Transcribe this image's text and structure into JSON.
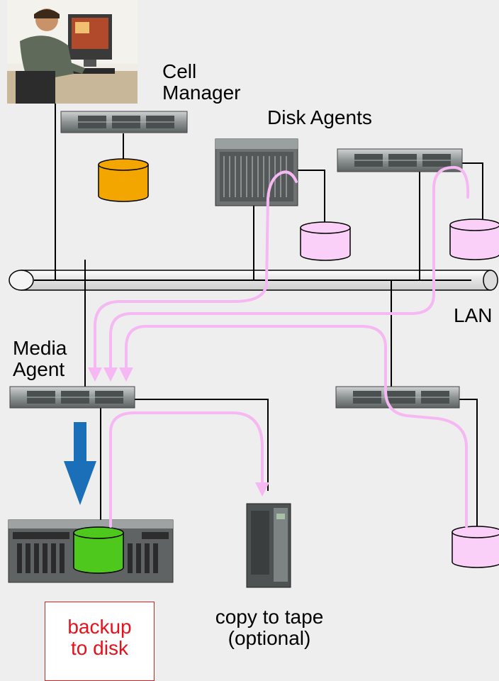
{
  "labels": {
    "cell_manager_line1": "Cell",
    "cell_manager_line2": "Manager",
    "disk_agents": "Disk Agents",
    "lan": "LAN",
    "media_agent_line1": "Media",
    "media_agent_line2": "Agent",
    "backup_line1": "backup",
    "backup_line2": "to disk",
    "copy_line1": "copy to tape",
    "copy_line2": "(optional)"
  },
  "colors": {
    "background": "#eeeeee",
    "data_flow": "#f6b8f2",
    "disk_pink": "#fbd0f8",
    "disk_orange": "#f3a500",
    "disk_green": "#4ec81c",
    "arrow_blue": "#1a6fb8",
    "highlight_red": "#e8101a"
  }
}
